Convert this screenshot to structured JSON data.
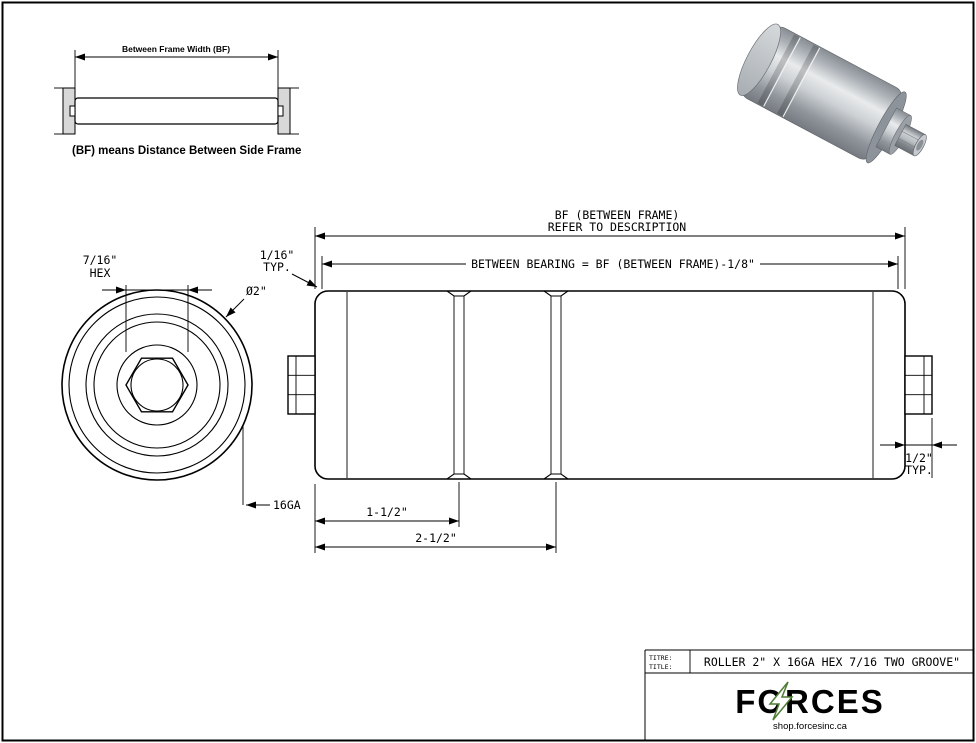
{
  "page": {
    "bg": "#ffffff",
    "ink": "#000000"
  },
  "inset": {
    "dim_label": "Between Frame Width (BF)",
    "caption": "(BF) means Distance Between Side Frame"
  },
  "end_view": {
    "hex_dim": "7/16\"",
    "hex_dim2": "HEX",
    "diameter": "Ø2\"",
    "gauge": "16GA"
  },
  "side_view": {
    "bf1": "BF (BETWEEN FRAME)",
    "bf2": "REFER TO DESCRIPTION",
    "between_bearing": "BETWEEN BEARING = BF (BETWEEN FRAME)-1/8\"",
    "typ116a": "1/16\"",
    "typ116b": "TYP.",
    "typ12a": "1/2\"",
    "typ12b": "TYP.",
    "dim_groove1": "1-1/2\"",
    "dim_groove2": "2-1/2\""
  },
  "title_block": {
    "titre_label": "TITRE:",
    "title_label": "TITLE:",
    "title": "ROLLER 2\" X 16GA HEX 7/16 TWO GROOVE\"",
    "brand": "FORCES",
    "website": "shop.forcesinc.ca",
    "brand_color": "#4f7d33"
  }
}
